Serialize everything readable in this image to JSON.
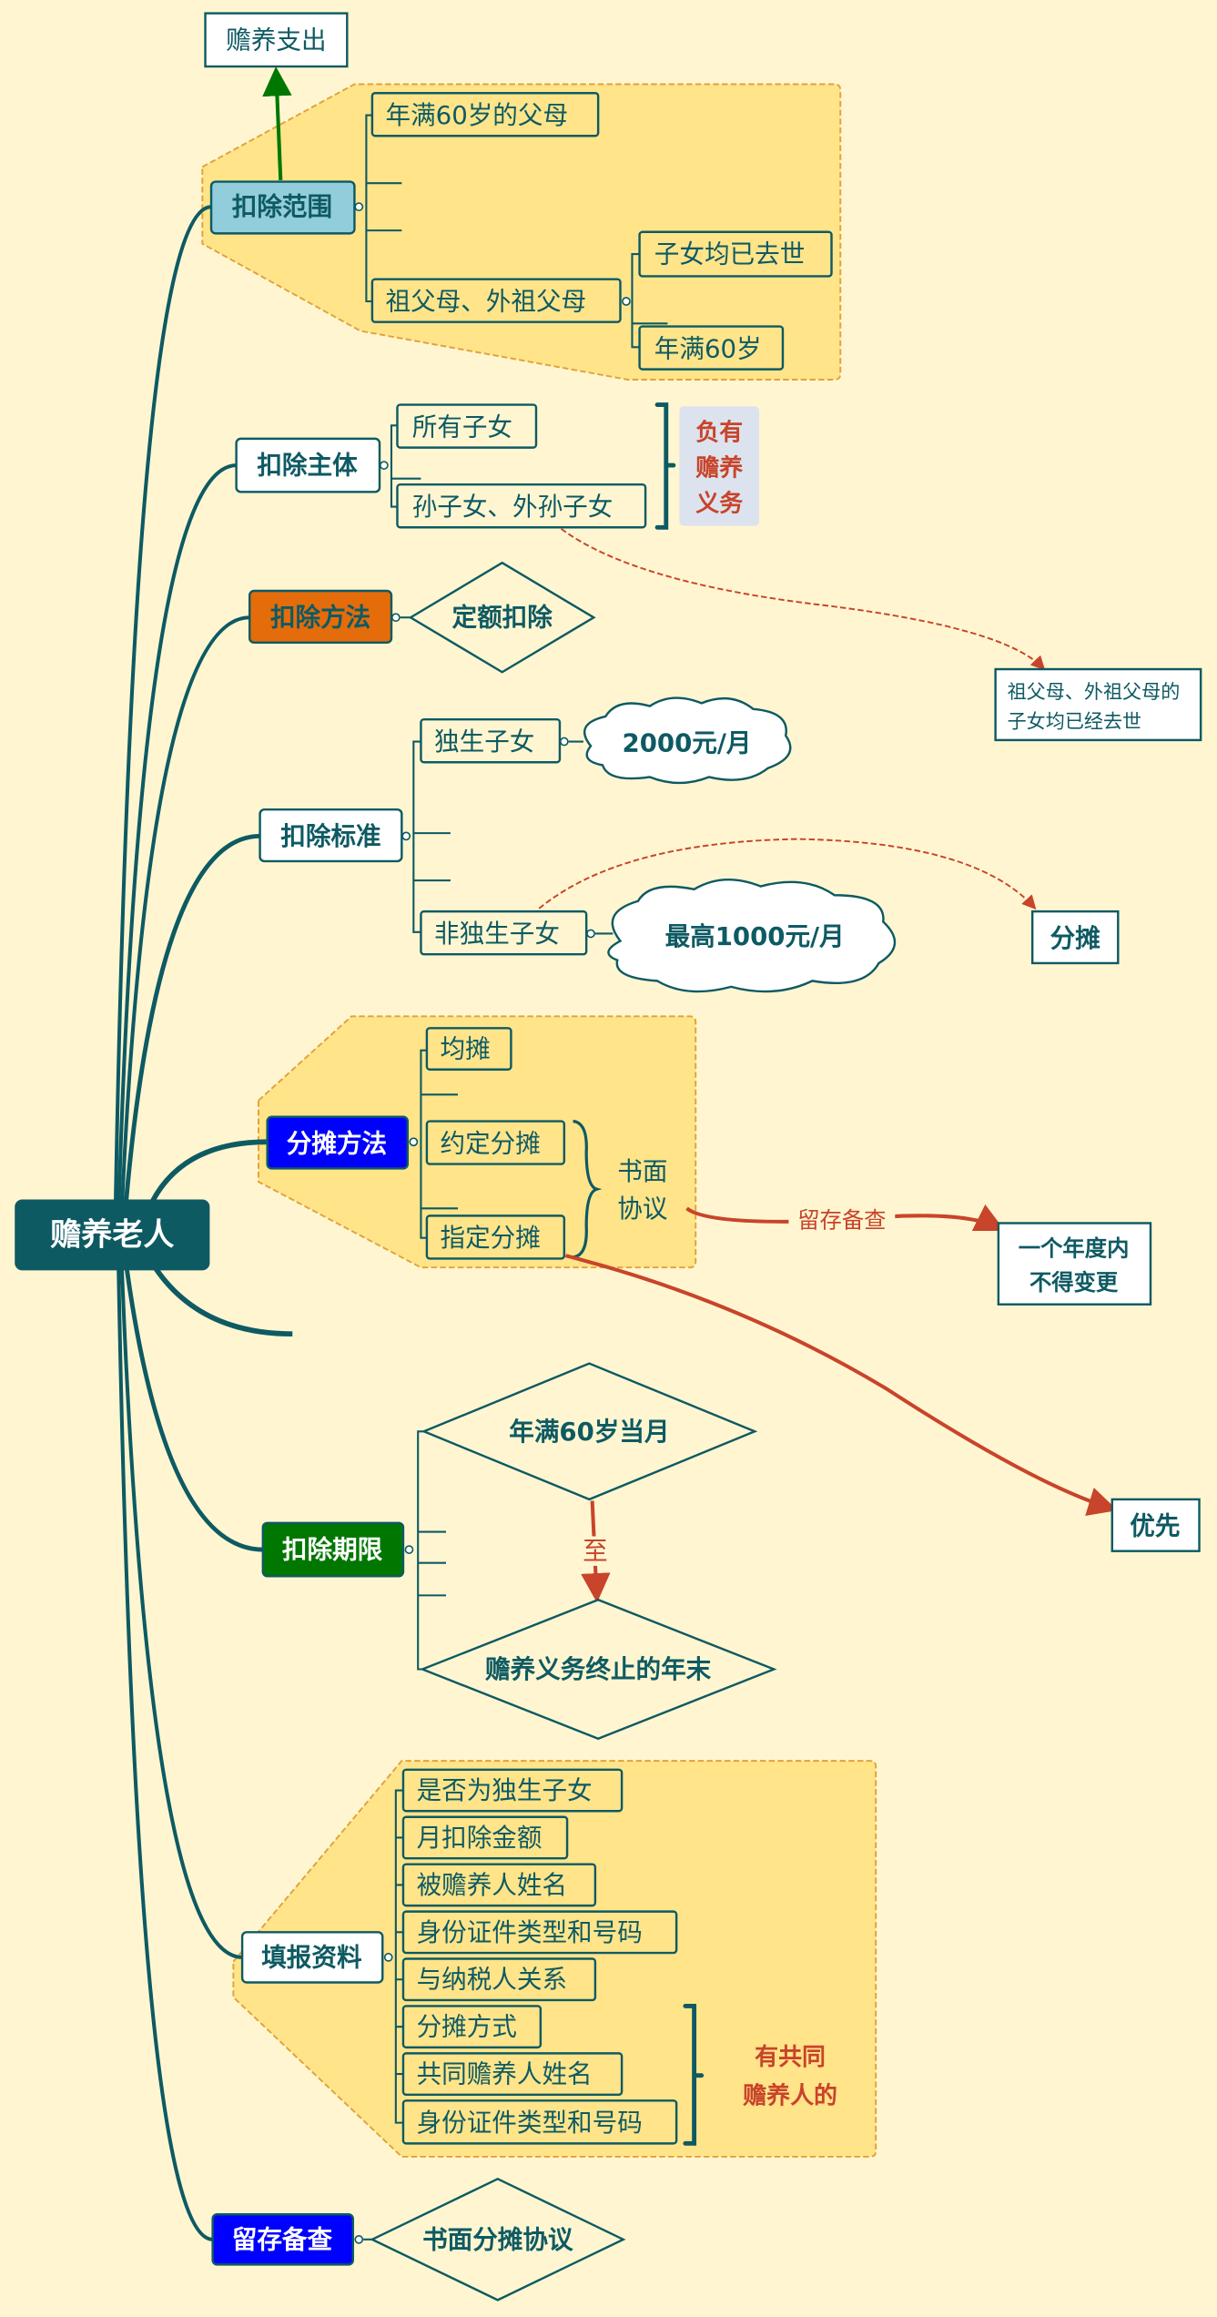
{
  "root": "赡养老人",
  "colors": {
    "teal": "#0E5A63",
    "background": "#FFF6D1",
    "zone": "#FFE48A",
    "blue": "#0000FF",
    "green": "#007700",
    "orange": "#E46C0A",
    "light_blue": "#92CDDC",
    "red": "#C8442A"
  },
  "scope": {
    "title": "扣除范围",
    "linked": "赡养支出",
    "items": [
      "年满60岁的父母",
      "祖父母、外祖父母"
    ],
    "sub_items": [
      "子女均已去世",
      "年满60岁"
    ]
  },
  "subject": {
    "title": "扣除主体",
    "items": [
      "所有子女",
      "孙子女、外孙子女"
    ],
    "bracket_note": [
      "负有",
      "赡养",
      "义务"
    ],
    "note": [
      "祖父母、外祖父母的",
      "子女均已经去世"
    ]
  },
  "method": {
    "title": "扣除方法",
    "item": "定额扣除"
  },
  "standard": {
    "title": "扣除标准",
    "items": [
      "独生子女",
      "非独生子女"
    ],
    "amounts": [
      "2000元/月",
      "最高1000元/月"
    ],
    "linked": "分摊"
  },
  "share": {
    "title": "分摊方法",
    "items": [
      "均摊",
      "约定分摊",
      "指定分摊"
    ],
    "brace_note": [
      "书面",
      "协议"
    ],
    "arrow_label": "留存备查",
    "result": [
      "一个年度内",
      "不得变更"
    ],
    "priority": "优先"
  },
  "period": {
    "title": "扣除期限",
    "start": "年满60岁当月",
    "connector": "至",
    "end": "赡养义务终止的年末"
  },
  "filing": {
    "title": "填报资料",
    "items": [
      "是否为独生子女",
      "月扣除金额",
      "被赡养人姓名",
      "身份证件类型和号码",
      "与纳税人关系",
      "分摊方式",
      "共同赡养人姓名",
      "身份证件类型和号码"
    ],
    "bracket_note": [
      "有共同",
      "赡养人的"
    ]
  },
  "keep": {
    "title": "留存备查",
    "item": "书面分摊协议"
  }
}
